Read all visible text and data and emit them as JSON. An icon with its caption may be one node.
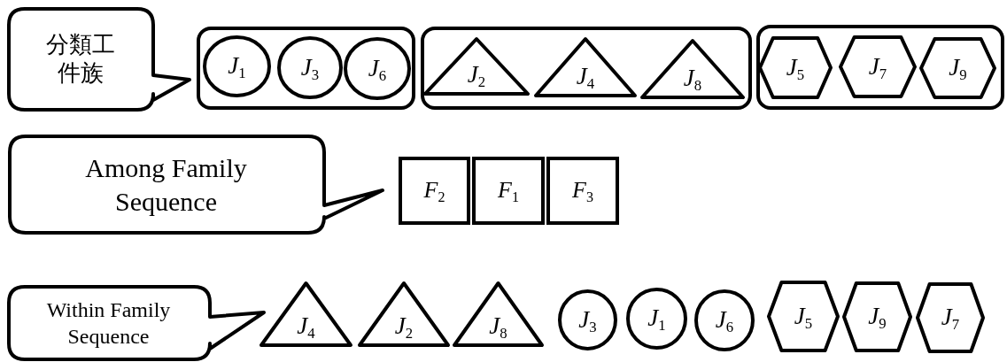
{
  "diagram": {
    "nodes": [
      {
        "text": [
          "分類工件族"
        ]
      },
      {
        "text": [],
        "shape": "box"
      },
      {
        "text": [
          "*J*$_{1}$"
        ],
        "in": 1
      },
      {
        "text": [
          "*J*$_{3}$"
        ],
        "in": 1
      },
      {
        "text": [
          "*J*$_{6}$"
        ],
        "in": 1
      },
      {
        "text": [],
        "shape": "box"
      },
      {
        "text": [
          "*J*$_{2}$"
        ],
        "in": 5
      },
      {
        "text": [
          "*J*$_{4}$"
        ],
        "in": 5
      },
      {
        "text": [
          "*J*$_{8}$"
        ],
        "in": 5
      },
      {
        "text": [],
        "shape": "box"
      },
      {
        "text": [
          "*J*$_{5}$"
        ],
        "in": 9
      },
      {
        "text": [
          "*J*$_{7}$"
        ],
        "in": 9
      },
      {
        "text": [
          "*J*$_{9}$"
        ],
        "in": 9
      },
      {
        "text": [
          "Among Family Sequence"
        ]
      },
      {
        "text": [
          "*F*$_{2}$"
        ]
      },
      {
        "text": [
          "*F*$_{1}$"
        ]
      },
      {
        "text": [
          "*F*$_{3}$"
        ]
      },
      {
        "text": [
          "Within Family Sequence"
        ]
      },
      {
        "text": [
          "*J*$_{4}$"
        ]
      },
      {
        "text": [
          "*J*$_{2}$"
        ]
      },
      {
        "text": [
          "*J*$_{8}$"
        ]
      },
      {
        "text": [
          "*J*$_{3}$"
        ]
      },
      {
        "text": [
          "*J*$_{1}$"
        ]
      },
      {
        "text": [
          "*J*$_{6}$"
        ]
      },
      {
        "text": [
          "*J*$_{5}$"
        ]
      },
      {
        "text": [
          "*J*$_{9}$"
        ]
      },
      {
        "text": [
          "*J*$_{7}$"
        ]
      }
    ]
  }
}
